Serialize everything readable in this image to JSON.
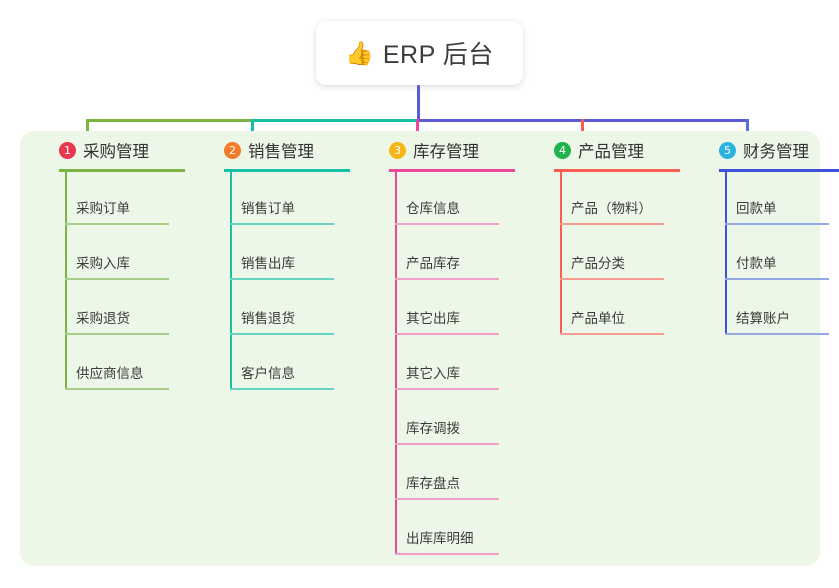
{
  "root": {
    "emoji": "👍",
    "emoji_name": "thumbs-up-icon",
    "title": "ERP 后台"
  },
  "palette": {
    "panel_background": "#edf7e7",
    "page_background": "#ffffff",
    "card_background": "#ffffff",
    "text": "#3b3b3b",
    "stem": "#5b5bd6"
  },
  "connectors": {
    "segments": [
      {
        "name": "green-segment",
        "color": "#7cb342"
      },
      {
        "name": "teal-segment",
        "color": "#16bfa5"
      },
      {
        "name": "purple-segment",
        "color": "#5b5bd6"
      }
    ]
  },
  "columns": [
    {
      "index": "1",
      "badge_color": "#e8384f",
      "line_color": "#7cb342",
      "leaf_line_color": "#a8cf8a",
      "drop_color": "#7cb342",
      "title": "采购管理",
      "items": [
        "采购订单",
        "采购入库",
        "采购退货",
        "供应商信息"
      ]
    },
    {
      "index": "2",
      "badge_color": "#f47b28",
      "line_color": "#16bfa5",
      "leaf_line_color": "#68d3c2",
      "drop_color": "#16bfa5",
      "title": "销售管理",
      "items": [
        "销售订单",
        "销售出库",
        "销售退货",
        "客户信息"
      ]
    },
    {
      "index": "3",
      "badge_color": "#f5b818",
      "line_color": "#ec4899",
      "leaf_line_color": "#f2a0c8",
      "drop_color": "#ec4899",
      "title": "库存管理",
      "items": [
        "仓库信息",
        "产品库存",
        "其它出库",
        "其它入库",
        "库存调拨",
        "库存盘点",
        "出库库明细"
      ]
    },
    {
      "index": "4",
      "badge_color": "#22b24c",
      "line_color": "#fa5d4f",
      "leaf_line_color": "#f79d94",
      "drop_color": "#fa5d4f",
      "title": "产品管理",
      "items": [
        "产品（物料）",
        "产品分类",
        "产品单位"
      ]
    },
    {
      "index": "5",
      "badge_color": "#2bb3e0",
      "line_color": "#3f51d8",
      "leaf_line_color": "#94a8e8",
      "drop_color": "#5b6fd8",
      "title": "财务管理",
      "items": [
        "回款单",
        "付款单",
        "结算账户"
      ]
    }
  ]
}
